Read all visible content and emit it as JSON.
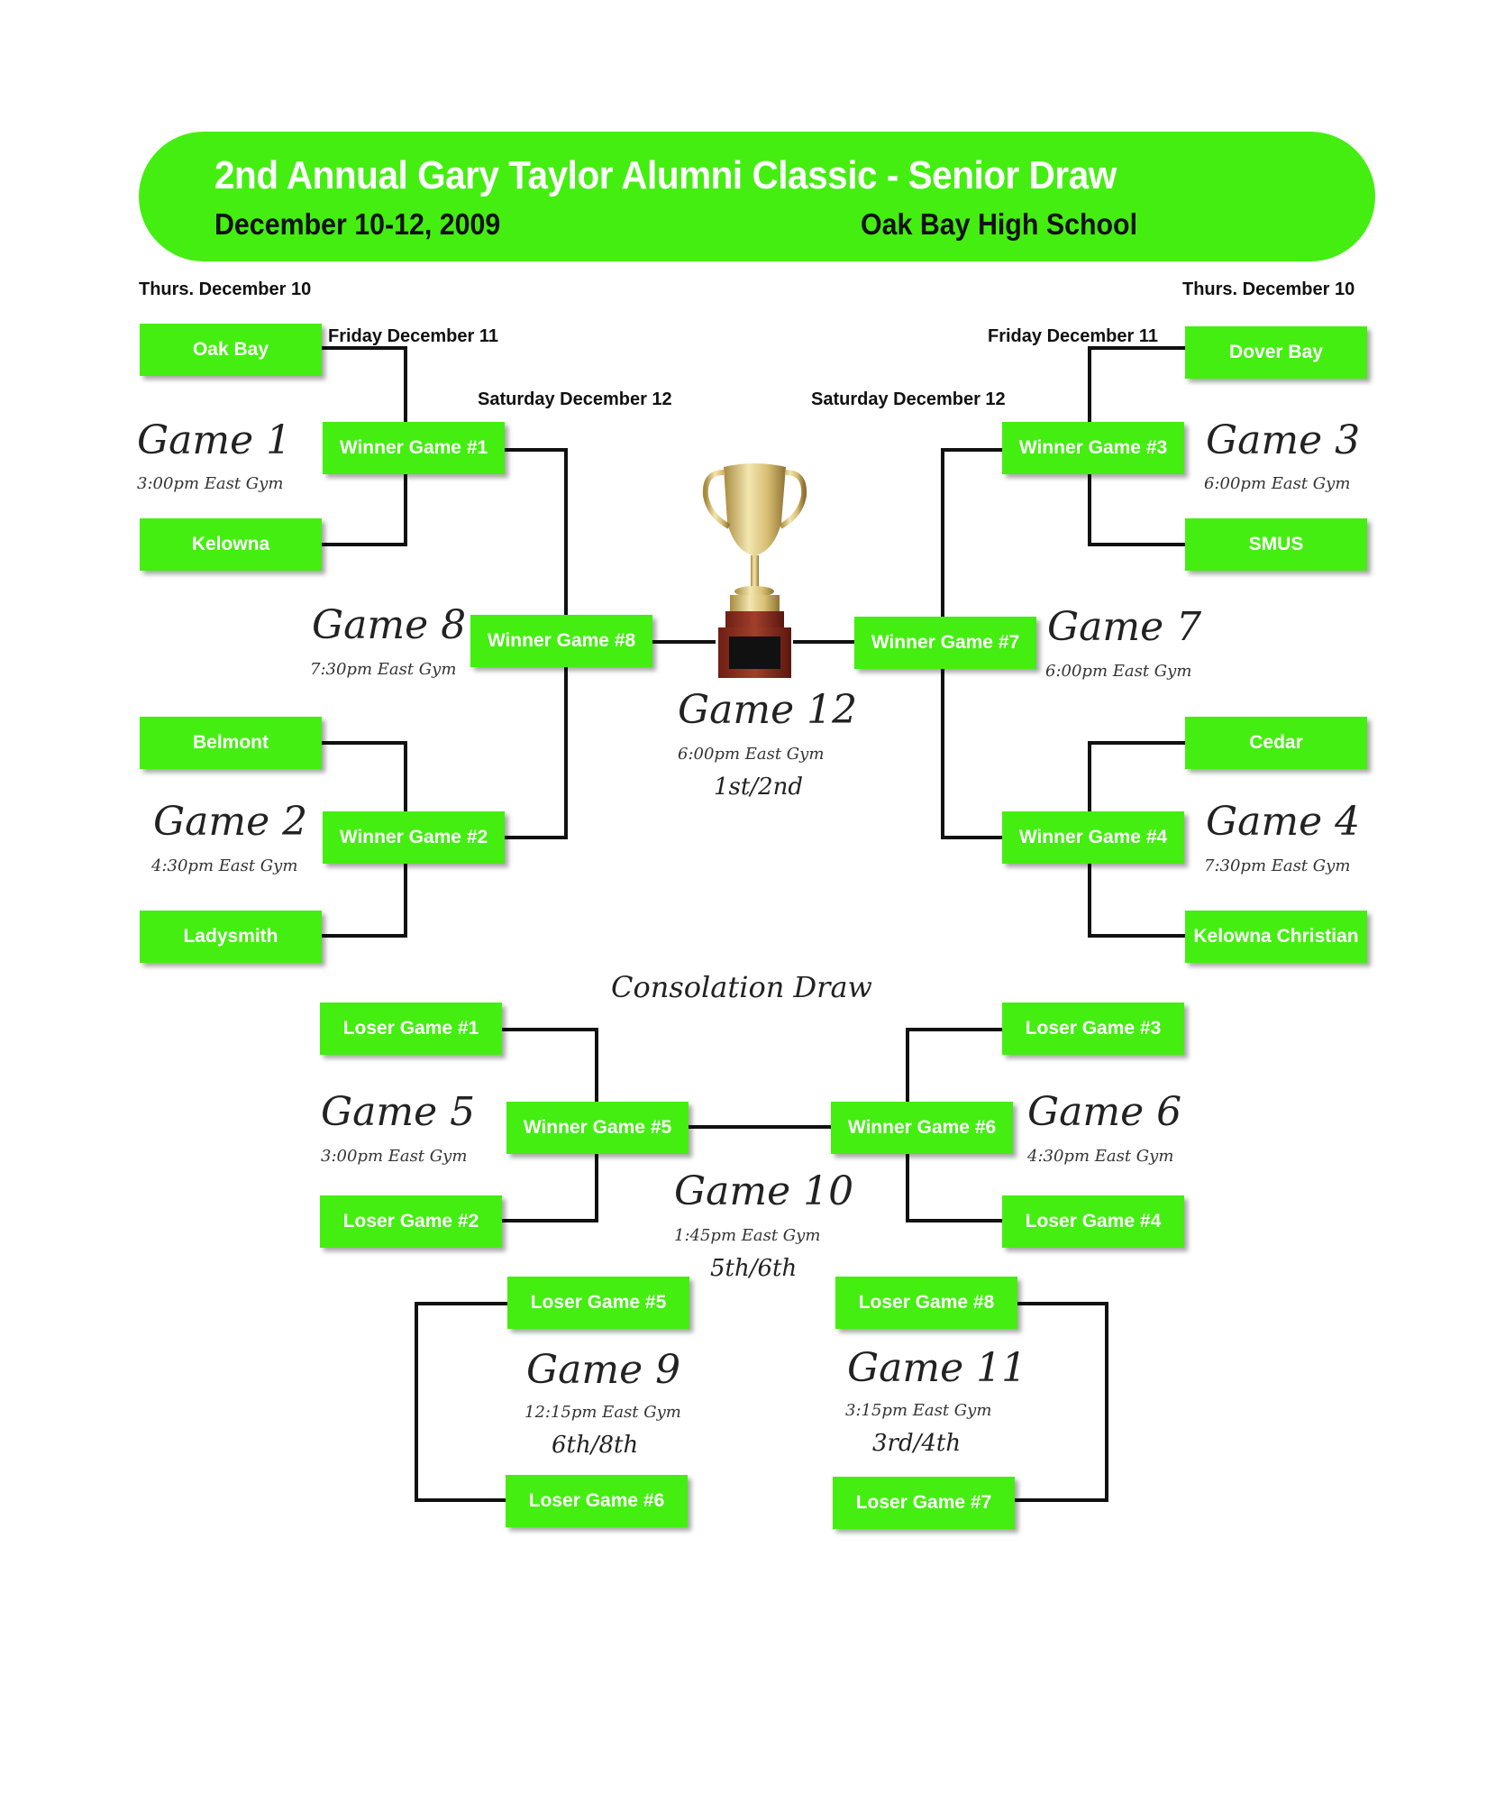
{
  "header": {
    "title": "2nd Annual Gary Taylor Alumni Classic - Senior Draw",
    "dates": "December 10-12, 2009",
    "venue": "Oak Bay High School"
  },
  "days": {
    "thurs_left": "Thurs. December 10",
    "thurs_right": "Thurs. December 10",
    "fri_left": "Friday December 11",
    "fri_right": "Friday December 11",
    "sat_left": "Saturday December 12",
    "sat_right": "Saturday December 12"
  },
  "teams": {
    "oak_bay": "Oak Bay",
    "kelowna": "Kelowna",
    "belmont": "Belmont",
    "ladysmith": "Ladysmith",
    "dover_bay": "Dover Bay",
    "smus": "SMUS",
    "cedar": "Cedar",
    "kelowna_christian": "Kelowna Christian"
  },
  "slots": {
    "w1": "Winner Game #1",
    "w2": "Winner Game #2",
    "w3": "Winner Game #3",
    "w4": "Winner Game #4",
    "w5": "Winner Game #5",
    "w6": "Winner Game #6",
    "w7": "Winner Game #7",
    "w8": "Winner Game #8",
    "l1": "Loser Game #1",
    "l2": "Loser Game #2",
    "l3": "Loser Game #3",
    "l4": "Loser Game #4",
    "l5": "Loser Game #5",
    "l6": "Loser Game #6",
    "l7": "Loser Game #7",
    "l8": "Loser Game #8"
  },
  "games": {
    "g1": {
      "label": "Game 1",
      "time": "3:00pm East Gym"
    },
    "g2": {
      "label": "Game 2",
      "time": "4:30pm East Gym"
    },
    "g3": {
      "label": "Game 3",
      "time": "6:00pm East Gym"
    },
    "g4": {
      "label": "Game 4",
      "time": "7:30pm East Gym"
    },
    "g5": {
      "label": "Game 5",
      "time": "3:00pm East Gym"
    },
    "g6": {
      "label": "Game 6",
      "time": "4:30pm East Gym"
    },
    "g7": {
      "label": "Game 7",
      "time": "6:00pm East Gym"
    },
    "g8": {
      "label": "Game 8",
      "time": "7:30pm East Gym"
    },
    "g9": {
      "label": "Game 9",
      "time": "12:15pm East Gym",
      "result": "6th/8th"
    },
    "g10": {
      "label": "Game 10",
      "time": "1:45pm East Gym",
      "result": "5th/6th"
    },
    "g11": {
      "label": "Game 11",
      "time": "3:15pm East Gym",
      "result": "3rd/4th"
    },
    "g12": {
      "label": "Game 12",
      "time": "6:00pm East Gym",
      "result": "1st/2nd"
    }
  },
  "consolation": "Consolation Draw",
  "colors": {
    "box": "#44ee11",
    "box_text": "#ffffff",
    "line": "#111111"
  },
  "icons": {
    "trophy": "trophy-icon"
  }
}
